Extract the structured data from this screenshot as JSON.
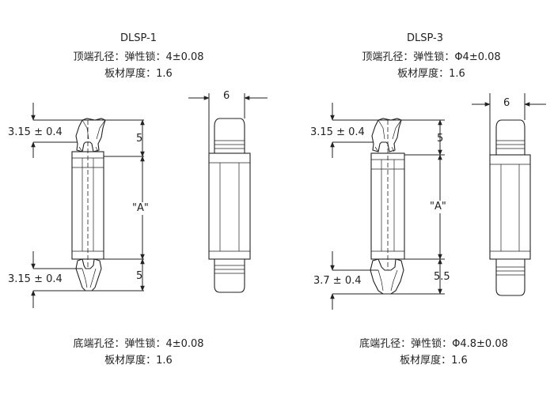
{
  "left": {
    "title": "DLSP-1",
    "top_spec": "顶端孔径：弹性锁：4±0.08",
    "top_thickness": "板材厚度：1.6",
    "dim_top_lock": "3.15 ± 0.4",
    "dim_top_len": "5",
    "dim_body": "\"A\"",
    "dim_bottom_lock": "3.15 ± 0.4",
    "dim_bottom_len": "5",
    "dim_width": "6",
    "bottom_spec": "底端孔径：弹性锁：4±0.08",
    "bottom_thickness": "板材厚度：1.6"
  },
  "right": {
    "title": "DLSP-3",
    "top_spec": "顶端孔径：弹性锁：Φ4±0.08",
    "top_thickness": "板材厚度：1.6",
    "dim_top_lock": "3.15 ± 0.4",
    "dim_top_len": "5",
    "dim_body": "\"A\"",
    "dim_bottom_lock": "3.7 ± 0.4",
    "dim_bottom_len": "5.5",
    "dim_width": "6",
    "bottom_spec": "底端孔径：弹性锁：Φ4.8±0.08",
    "bottom_thickness": "板材厚度：1.6"
  }
}
